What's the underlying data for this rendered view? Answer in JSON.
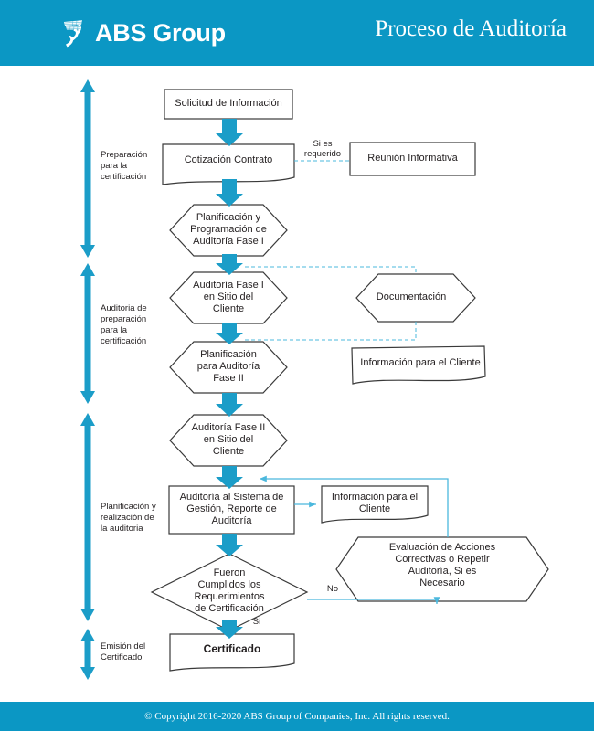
{
  "colors": {
    "brand_teal": "#0b97c4",
    "arrow_teal": "#1b9dc8",
    "connector_teal": "#4bb8dd",
    "shape_stroke": "#3a3a3a",
    "text": "#231f20",
    "white": "#ffffff"
  },
  "header": {
    "logo_text": "ABS Group",
    "logo_icon": "abs-eagle-logo-icon",
    "title": "Proceso de Auditoría"
  },
  "footer": {
    "copyright": "© Copyright 2016-2020 ABS Group of Companies, Inc. All rights reserved."
  },
  "phases": [
    {
      "id": "preparacion-certificacion",
      "label": "Preparación\npara la\ncertificación"
    },
    {
      "id": "auditoria-preparacion-certificacion",
      "label": "Auditoria de\npreparación\npara la\ncertificación"
    },
    {
      "id": "planificacion-realizacion-auditoria",
      "label": "Planificación y\nrealización de\nla auditoria"
    },
    {
      "id": "emision-certificado",
      "label": "Emisión del\nCertificado"
    }
  ],
  "nodes": [
    {
      "id": "solicitud-informacion",
      "shape": "rect",
      "label": "Solicitud de Información"
    },
    {
      "id": "cotizacion-contrato",
      "shape": "document",
      "label": "Cotización Contrato"
    },
    {
      "id": "reunion-informativa",
      "shape": "rect",
      "label": "Reunión Informativa"
    },
    {
      "id": "planificacion-programacion-fase-1",
      "shape": "hexagon",
      "label": "Planificación y\nProgramación de\nAuditoría Fase I"
    },
    {
      "id": "auditoria-fase-1-sitio",
      "shape": "hexagon",
      "label": "Auditoría Fase I\nen Sitio del\nCliente"
    },
    {
      "id": "documentacion",
      "shape": "hexagon",
      "label": "Documentación"
    },
    {
      "id": "planificacion-auditoria-fase-2",
      "shape": "hexagon",
      "label": "Planificación\npara Auditoría\nFase II"
    },
    {
      "id": "informacion-cliente-1",
      "shape": "document",
      "label": "Información para el Cliente"
    },
    {
      "id": "auditoria-fase-2-sitio",
      "shape": "hexagon",
      "label": "Auditoría Fase II\nen Sitio del\nCliente"
    },
    {
      "id": "auditoria-sistema-gestion",
      "shape": "rect",
      "label": "Auditoría al Sistema de\nGestión, Reporte de\nAuditoría"
    },
    {
      "id": "informacion-cliente-2",
      "shape": "document",
      "label": "Información para el\nCliente"
    },
    {
      "id": "evaluacion-acciones-correctivas",
      "shape": "hexagon",
      "label": "Evaluación de Acciones\nCorrectivas o Repetir\nAuditoría, Si es\nNecesario"
    },
    {
      "id": "decision-requerimientos-certificacion",
      "shape": "diamond",
      "label": "Fueron\nCumplidos los\nRequerimientos\nde Certificación"
    },
    {
      "id": "certificado",
      "shape": "document",
      "label": "Certificado"
    }
  ],
  "edge_labels": [
    {
      "id": "si-es-requerido",
      "text": "Si es\nrequerido"
    },
    {
      "id": "no-branch",
      "text": "No"
    },
    {
      "id": "si-branch",
      "text": "Si"
    }
  ]
}
